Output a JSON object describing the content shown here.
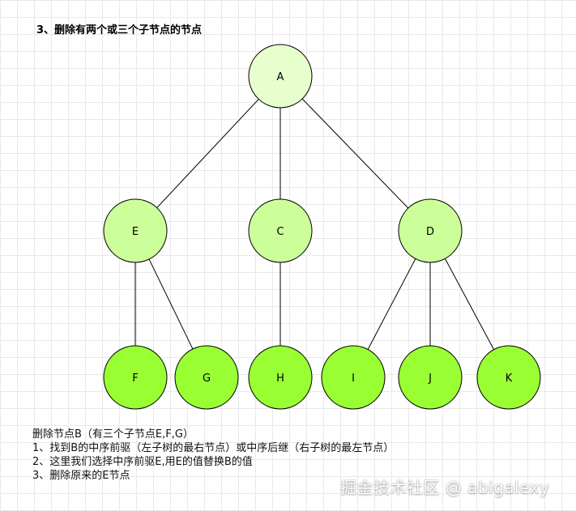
{
  "title": "3、删除有两个或三个子节点的节点",
  "colors": {
    "level1_fill": "#e6ffcc",
    "level2_fill": "#ccff99",
    "leaf_fill": "#99ff33",
    "stroke": "#000000"
  },
  "tree": {
    "nodes": [
      {
        "id": "A",
        "label": "A",
        "level": 1
      },
      {
        "id": "E",
        "label": "E",
        "level": 2
      },
      {
        "id": "C",
        "label": "C",
        "level": 2
      },
      {
        "id": "D",
        "label": "D",
        "level": 2
      },
      {
        "id": "F",
        "label": "F",
        "level": 3
      },
      {
        "id": "G",
        "label": "G",
        "level": 3
      },
      {
        "id": "H",
        "label": "H",
        "level": 3
      },
      {
        "id": "I",
        "label": "I",
        "level": 3
      },
      {
        "id": "J",
        "label": "J",
        "level": 3
      },
      {
        "id": "K",
        "label": "K",
        "level": 3
      }
    ],
    "edges": [
      [
        "A",
        "E"
      ],
      [
        "A",
        "C"
      ],
      [
        "A",
        "D"
      ],
      [
        "E",
        "F"
      ],
      [
        "E",
        "G"
      ],
      [
        "C",
        "H"
      ],
      [
        "D",
        "I"
      ],
      [
        "D",
        "J"
      ],
      [
        "D",
        "K"
      ]
    ]
  },
  "notes": [
    "删除节点B（有三个子节点E,F,G）",
    "1、找到B的中序前驱（左子树的最右节点）或中序后继（右子树的最左节点）",
    "2、这里我们选择中序前驱E,用E的值替换B的值",
    "3、删除原来的E节点"
  ],
  "watermark": "掘金技术社区 @ abigalexy"
}
